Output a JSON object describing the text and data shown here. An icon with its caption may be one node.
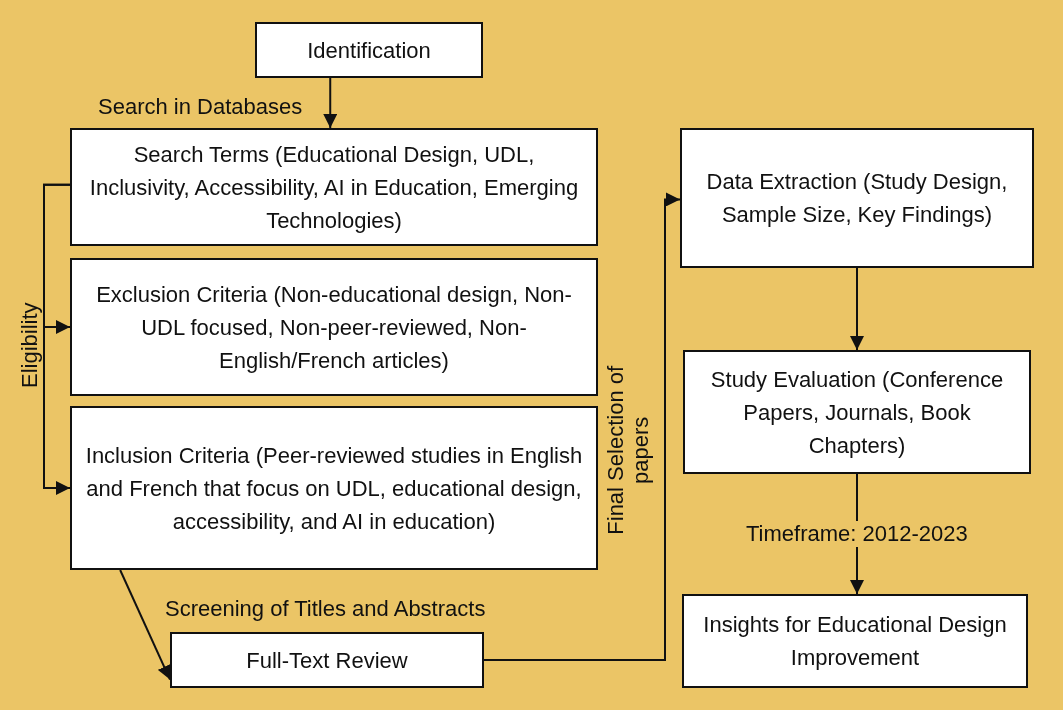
{
  "diagram": {
    "nodes": [
      {
        "text": [
          "Identification"
        ]
      },
      {
        "text": [
          "Search Terms (Educational Design, UDL, Inclusivity, Accessibility, AI in Education, Emerging Technologies)"
        ]
      },
      {
        "text": [
          "Exclusion Criteria (Non-educational design, Non-UDL focused, Non-peer-reviewed, Non-English/French articles)"
        ]
      },
      {
        "text": [
          "Inclusion Criteria (Peer-reviewed studies in English and French that focus on UDL, educational design, accessibility, and AI in education)"
        ]
      },
      {
        "text": [
          "Full-Text Review"
        ]
      },
      {
        "text": [
          "Data Extraction (Study Design, Sample Size, Key Findings)"
        ]
      },
      {
        "text": [
          "Study Evaluation (Conference Papers, Journals, Book Chapters)"
        ]
      },
      {
        "text": [
          "Insights for Educational Design Improvement"
        ]
      }
    ],
    "edges": [
      {
        "from": 0,
        "to": 1,
        "arrow": "to"
      },
      {
        "from": 1,
        "to": 2,
        "arrow": "to"
      },
      {
        "from": 1,
        "to": 3,
        "arrow": "to"
      },
      {
        "from": 3,
        "to": 4,
        "arrow": "to"
      },
      {
        "from": 4,
        "to": 5,
        "arrow": "to"
      },
      {
        "from": 5,
        "to": 6,
        "arrow": "to"
      },
      {
        "from": 6,
        "to": 7,
        "arrow": "to",
        "label": "Timeframe: 2012-2023"
      }
    ],
    "labels": [
      "Search in Databases",
      "Eligibility",
      "Screening of Titles and Abstracts",
      "Final Selection of papers"
    ]
  }
}
